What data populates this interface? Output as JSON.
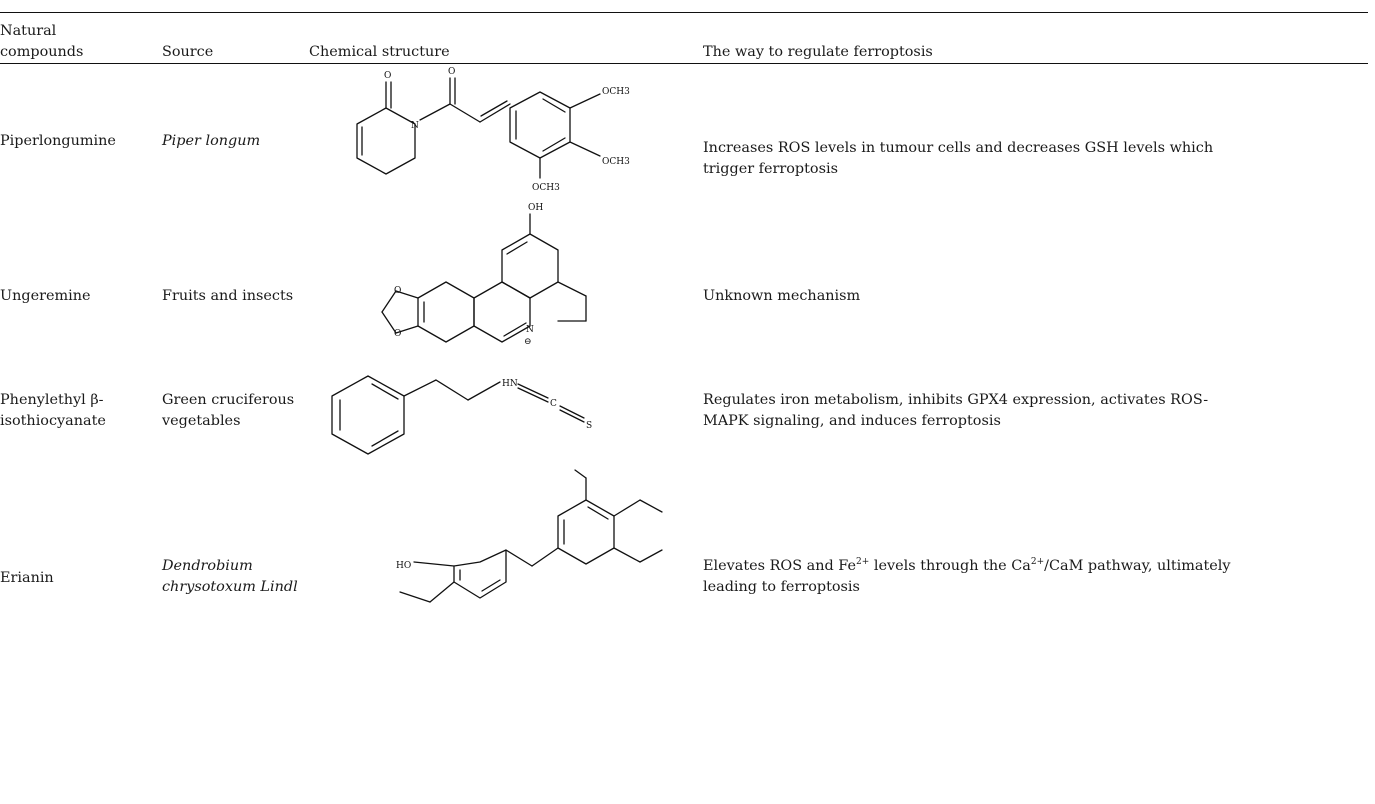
{
  "table": {
    "headers": {
      "compound_line1": "Natural",
      "compound_line2": "compounds",
      "source": "Source",
      "structure": "Chemical structure",
      "regulation": "The way to regulate ferroptosis"
    },
    "rows": [
      {
        "compound": "Piperlongumine",
        "source": "Piper longum",
        "regulation_line1": "Increases ROS levels in tumour cells and decreases GSH levels which",
        "regulation_line2": "trigger ferroptosis",
        "structure_labels": [
          "O",
          "O",
          "N",
          "OCH3",
          "OCH3",
          "OCH3"
        ]
      },
      {
        "compound": "Ungeremine",
        "source": "Fruits and insects",
        "regulation_line1": "Unknown mechanism",
        "structure_labels": [
          "OH",
          "O",
          "O",
          "N",
          "⊖"
        ]
      },
      {
        "compound_line1": "Phenylethyl β-",
        "compound_line2": "isothiocyanate",
        "source_line1": "Green cruciferous",
        "source_line2": "vegetables",
        "regulation_line1": "Regulates iron metabolism, inhibits GPX4 expression, activates ROS-",
        "regulation_line2": "MAPK signaling, and induces ferroptosis",
        "structure_labels": [
          "HN",
          "C",
          "S"
        ]
      },
      {
        "compound": "Erianin",
        "source_line1": "Dendrobium",
        "source_line2": "chrysotoxum Lindl",
        "regulation_pre": "Elevates ROS and Fe",
        "regulation_sup1": "2+",
        "regulation_mid": " levels through the Ca",
        "regulation_sup2": "2+",
        "regulation_post": "/CaM pathway, ultimately",
        "regulation_line2": "leading to ferroptosis",
        "structure_labels": [
          "HO"
        ]
      }
    ]
  }
}
